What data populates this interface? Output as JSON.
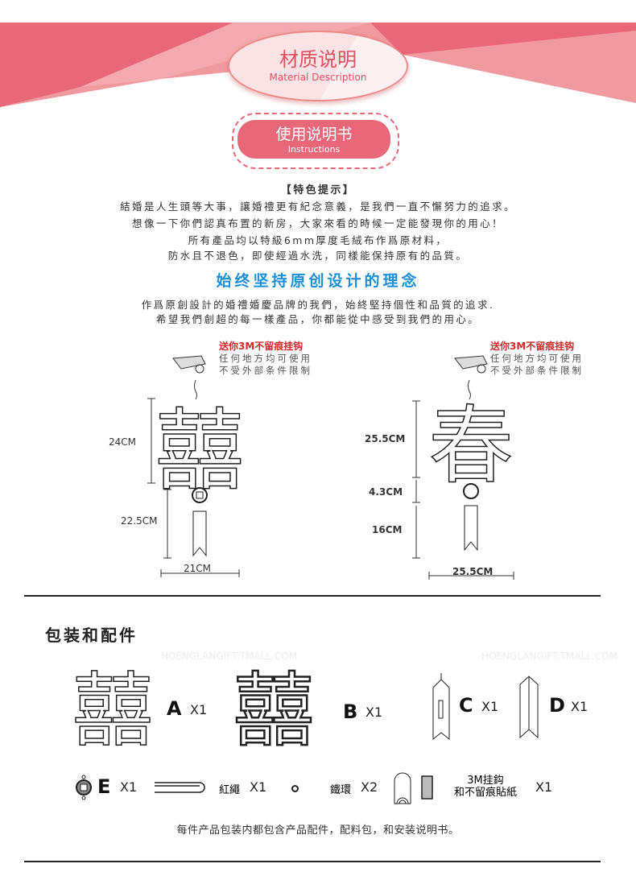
{
  "header": {
    "title_cn": "材质说明",
    "title_en": "Material Description"
  },
  "section_badge": {
    "title_cn": "使用说明书",
    "title_en": "Instructions"
  },
  "features": {
    "heading": "【特色提示】",
    "lines": [
      "結婚是人生頭等大事，讓婚禮更有紀念意義，是我們一直不懈努力的追求。",
      "想像一下你們認真布置的新房，大家來看的時候一定能發現你的用心！",
      "所有產品均以特級6mm厚度毛絨布作爲原材料，",
      "防水且不退色，即使經過水洗，同樣能保持原有的品質。"
    ]
  },
  "philosophy": {
    "heading": "始终坚持原创设计的理念",
    "lines": [
      "作爲原創設計的婚禮婚慶品牌的我們，始終堅持個性和品質的追求.",
      "希望我們創超的每一樣產品，你都能從中感受到我們的用心。"
    ]
  },
  "hook_note": {
    "title": "送你3M不留痕挂钩",
    "line1": "任何地方均可使用",
    "line2": "不受外部条件限制"
  },
  "products": [
    {
      "glyph": "囍",
      "height": "24CM",
      "tassel": "22.5CM",
      "width": "21CM"
    },
    {
      "glyph": "春",
      "height": "25.5CM",
      "coin": "4.3CM",
      "tassel": "16CM",
      "width": "25.5CM"
    }
  ],
  "packaging": {
    "heading": "包装和配件",
    "items": [
      {
        "letter": "A",
        "qty": "X1"
      },
      {
        "letter": "B",
        "qty": "X1"
      },
      {
        "letter": "C",
        "qty": "X1"
      },
      {
        "letter": "D",
        "qty": "X1"
      },
      {
        "letter": "E",
        "qty": "X1"
      }
    ],
    "rope": {
      "label": "紅繩",
      "qty": "X1"
    },
    "ring": {
      "label": "鐵環",
      "qty": "X2"
    },
    "hook": {
      "label1": "3M挂鈎",
      "label2": "和不留痕貼紙",
      "qty": "X1"
    },
    "note": "每件产品包装内都包含产品配件，配料包，和安装说明书。"
  },
  "watermarks": [
    "HOENGLANGIFT.TMALL.COM",
    "HOENGLANGIFT.TMALL.COM"
  ],
  "colors": {
    "pink": "#e8687a",
    "light_pink": "#f09aa0",
    "blue": "#1a8fd8",
    "red": "#d42a2a"
  }
}
